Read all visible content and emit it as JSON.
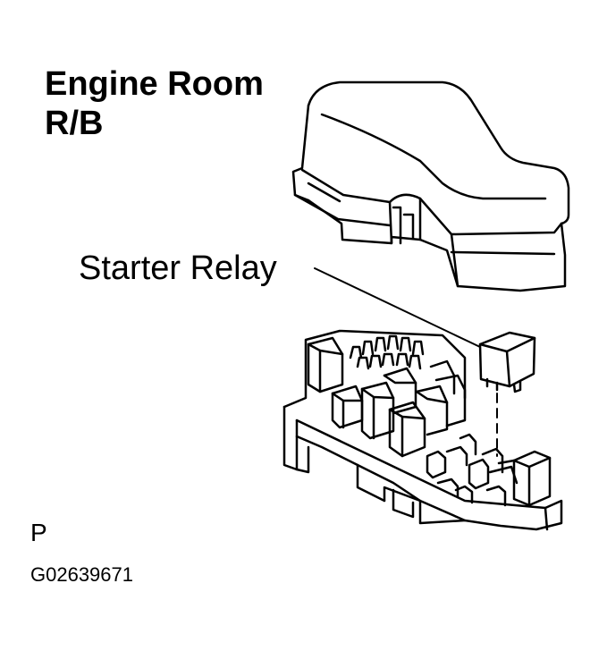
{
  "diagram": {
    "title_line1": "Engine Room",
    "title_line2": "R/B",
    "callout_label": "Starter Relay",
    "view_code": "P",
    "figure_id": "G02639671"
  }
}
